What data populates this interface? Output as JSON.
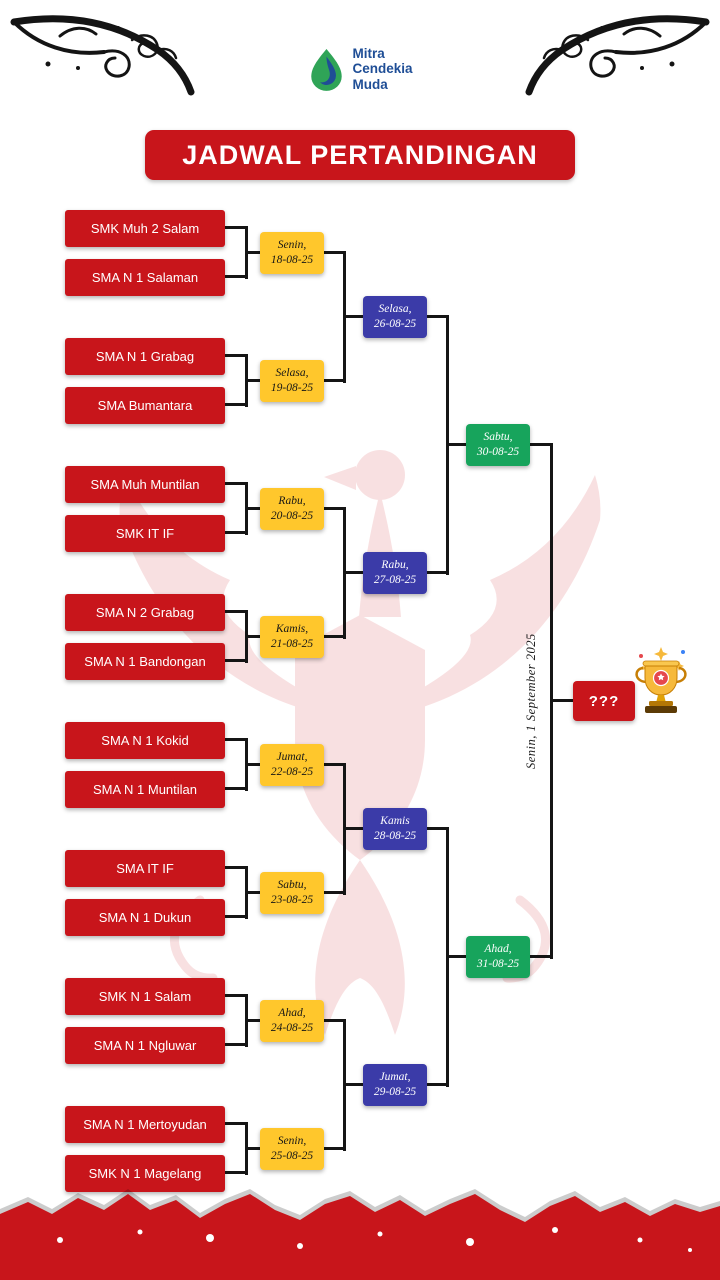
{
  "logo": {
    "name_lines": [
      "Mitra",
      "Cendekia",
      "Muda"
    ]
  },
  "title": "JADWAL PERTANDINGAN",
  "rounds": {
    "round1": [
      {
        "team_a": "SMK Muh 2 Salam",
        "team_b": "SMA N 1 Salaman",
        "day": "Senin,",
        "date": "18-08-25"
      },
      {
        "team_a": "SMA N 1 Grabag",
        "team_b": "SMA Bumantara",
        "day": "Selasa,",
        "date": "19-08-25"
      },
      {
        "team_a": "SMA Muh Muntilan",
        "team_b": "SMK IT IF",
        "day": "Rabu,",
        "date": "20-08-25"
      },
      {
        "team_a": "SMA N 2 Grabag",
        "team_b": "SMA N 1 Bandongan",
        "day": "Kamis,",
        "date": "21-08-25"
      },
      {
        "team_a": "SMA N 1 Kokid",
        "team_b": "SMA N 1 Muntilan",
        "day": "Jumat,",
        "date": "22-08-25"
      },
      {
        "team_a": "SMA IT IF",
        "team_b": "SMA N 1 Dukun",
        "day": "Sabtu,",
        "date": "23-08-25"
      },
      {
        "team_a": "SMK N 1 Salam",
        "team_b": "SMA N 1 Ngluwar",
        "day": "Ahad,",
        "date": "24-08-25"
      },
      {
        "team_a": "SMA N 1 Mertoyudan",
        "team_b": "SMK N 1 Magelang",
        "day": "Senin,",
        "date": "25-08-25"
      }
    ],
    "round2": [
      {
        "day": "Selasa,",
        "date": "26-08-25"
      },
      {
        "day": "Rabu,",
        "date": "27-08-25"
      },
      {
        "day": "Kamis",
        "date": "28-08-25"
      },
      {
        "day": "Jumat,",
        "date": "29-08-25"
      }
    ],
    "round3": [
      {
        "day": "Sabtu,",
        "date": "30-08-25"
      },
      {
        "day": "Ahad,",
        "date": "31-08-25"
      }
    ]
  },
  "final": {
    "date_label": "Senin, 1 September 2025",
    "winner_placeholder": "???",
    "trophy_icon": "trophy-icon"
  },
  "colors": {
    "primary_red": "#C8151B",
    "accent_yellow": "#FFC72C",
    "accent_blue": "#3B3BA8",
    "accent_green": "#17A45C"
  }
}
